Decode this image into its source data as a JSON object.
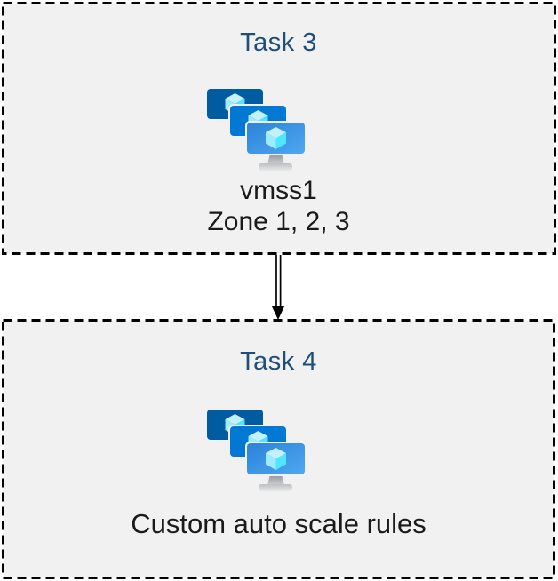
{
  "diagram": {
    "kind": "azure-task-flow",
    "boxes": [
      {
        "title": "Task 3",
        "label_line1": "vmss1",
        "label_line2": "Zone 1, 2, 3",
        "icon": "virtual-machine-scale-sets"
      },
      {
        "title": "Task 4",
        "label_line1": "Custom auto scale rules",
        "icon": "virtual-machine-scale-sets"
      }
    ],
    "connector": {
      "shape": "double-line-arrow",
      "direction": "down"
    },
    "colors": {
      "box_fill": "#F1F1F1",
      "box_border": "#000000",
      "task_title_text": "#1F4E79",
      "body_text": "#1A1A1A",
      "monitor_back": "#005BA1",
      "monitor_middle": "#0078D4",
      "monitor_front_gradient_start": "#2B82DA",
      "monitor_front_gradient_end": "#4FA8EF",
      "cube_top": "#C3F1FF",
      "cube_left": "#9CEBFF",
      "cube_right": "#50E6FF",
      "stand_gray_dark": "#93969A",
      "stand_gray_light": "#E6E7E8",
      "arrow": "#000000"
    }
  }
}
